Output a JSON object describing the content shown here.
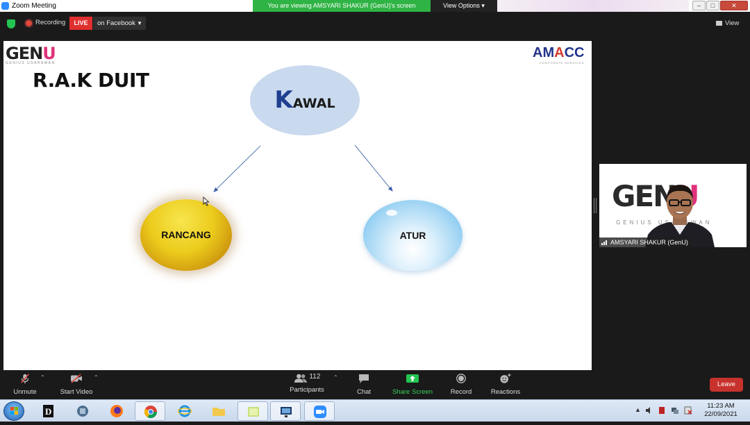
{
  "window": {
    "title": "Zoom Meeting",
    "viewing_banner": "You are viewing AMSYARI SHAKUR (GenU)'s screen",
    "view_options": "View Options",
    "minimize_glyph": "–",
    "maximize_glyph": "□",
    "close_glyph": "✕"
  },
  "status": {
    "recording_label": "Recording",
    "live_badge": "LIVE",
    "stream_target": "on Facebook",
    "view_label": "View"
  },
  "slide": {
    "logo_left": {
      "text": "GEN",
      "accent": "U",
      "tagline": "GENIUS USAHAWAN"
    },
    "logo_right": {
      "text_start": "AM",
      "accent": "A",
      "text_end": "CC",
      "tagline": "CORPORATE SERVICES"
    },
    "title": "R.A.K DUIT",
    "top_node": {
      "initial": "K",
      "rest": "AWAL"
    },
    "left_node": "RANCANG",
    "right_node": "ATUR"
  },
  "video": {
    "background_text": "GEN",
    "background_accent": "U",
    "background_sub": "GENIUS USAHAWAN",
    "participant_name": "AMSYARI SHAKUR (GenU)"
  },
  "toolbar": {
    "unmute": "Unmute",
    "start_video": "Start Video",
    "participants": "Participants",
    "participant_count": "112",
    "chat": "Chat",
    "share_screen": "Share Screen",
    "record": "Record",
    "reactions": "Reactions",
    "leave": "Leave"
  },
  "taskbar": {
    "time": "11:23 AM",
    "date": "22/09/2021"
  },
  "colors": {
    "live_red": "#e02f2f",
    "share_green": "#3bd15a",
    "leave_red": "#c8322d",
    "banner_green": "#2fb344",
    "genu_pink": "#e0327a",
    "amacc_blue": "#22348a"
  }
}
